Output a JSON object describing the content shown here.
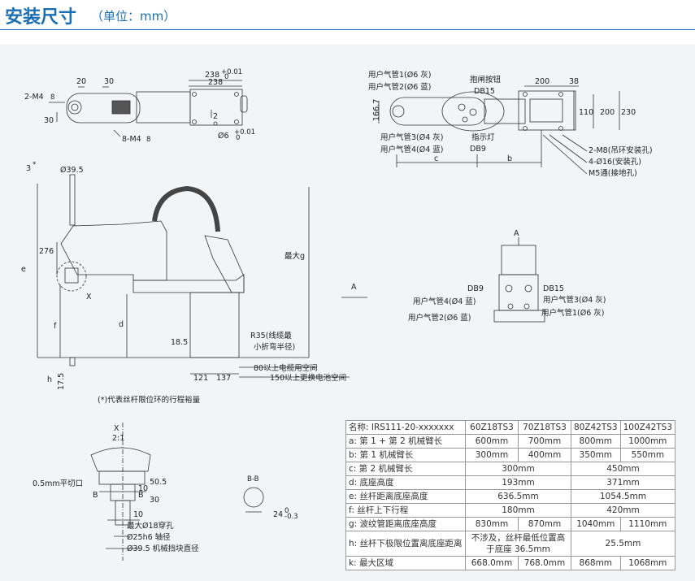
{
  "header": {
    "title": "安装尺寸",
    "unit": "（单位：mm）"
  },
  "top_view": {
    "labels": [
      "2-M4",
      "8",
      "20",
      "30",
      "30",
      "8-M4",
      "8",
      "238",
      "+0.01",
      "0",
      "238",
      "2",
      "Ø6",
      "+0.01",
      "0"
    ]
  },
  "right_top_view": {
    "labels": [
      "用户气管1(Ø6 灰)",
      "用户气管2(Ø6 蓝)",
      "抱闸按钮",
      "DB15",
      "166.7",
      "用户气管3(Ø4 灰)",
      "用户气管4(Ø4 蓝)",
      "指示灯",
      "DB9",
      "200",
      "38",
      "110",
      "200",
      "230",
      "2-M8(吊环安装孔)",
      "4-Ø16(安装孔)",
      "M5通(接地孔)",
      "c",
      "b"
    ]
  },
  "side_view": {
    "labels": [
      "3",
      "*",
      "Ø39.5",
      "276",
      "e",
      "最大g",
      "X",
      "d",
      "f",
      "18.5",
      "R35(线缆最",
      "小折弯半径)",
      "121",
      "137",
      "80以上电缆用空间",
      "150以上更换电池空间",
      "h",
      "17.5",
      "A"
    ],
    "note": "(*)代表丝杆限位环的行程裕量"
  },
  "a_view": {
    "labels": [
      "A",
      "DB9",
      "DB15",
      "用户气管4(Ø4 蓝)",
      "用户气管3(Ø4 灰)",
      "用户气管2(Ø6 蓝)",
      "用户气管1(Ø6 灰)"
    ]
  },
  "x_detail": {
    "labels": [
      "X",
      "2:1",
      "0.5mm平切口",
      "B",
      "B",
      "10",
      "50.5",
      "30",
      "10",
      "最大Ø18穿孔",
      "Ø25h6 轴径",
      "Ø39.5 机械挡块直径",
      "B-B",
      "24",
      "0",
      "-0.3"
    ]
  },
  "table": {
    "header": [
      "名称: IRS111-20-xxxxxxx",
      "60Z18TS3",
      "70Z18TS3",
      "80Z42TS3",
      "100Z42TS3"
    ],
    "rows": [
      {
        "name": "a: 第 1 + 第 2 机械臂长",
        "cells": [
          "600mm",
          "700mm",
          "800mm",
          "1000mm"
        ]
      },
      {
        "name": "b: 第 1 机械臂长",
        "cells": [
          "300mm",
          "400mm",
          "350mm",
          "550mm"
        ]
      },
      {
        "name": "c: 第 2 机械臂长",
        "merged": [
          "300mm",
          "450mm"
        ]
      },
      {
        "name": "d: 底座高度",
        "merged": [
          "193mm",
          "371mm"
        ]
      },
      {
        "name": "e: 丝杆距离底座高度",
        "merged": [
          "636.5mm",
          "1054.5mm"
        ]
      },
      {
        "name": "f: 丝杆上下行程",
        "merged": [
          "180mm",
          "420mm"
        ]
      },
      {
        "name": "g: 波纹管距离底座高度",
        "cells": [
          "830mm",
          "870mm",
          "1040mm",
          "1110mm"
        ]
      },
      {
        "name": "h: 丝杆下极限位置离底座距离",
        "merged": [
          "不涉及，丝杆最低位置高于底座 36.5mm",
          "25.5mm"
        ]
      },
      {
        "name": "k: 最大区域",
        "cells": [
          "668.0mm",
          "768.0mm",
          "868mm",
          "1068mm"
        ]
      }
    ]
  }
}
